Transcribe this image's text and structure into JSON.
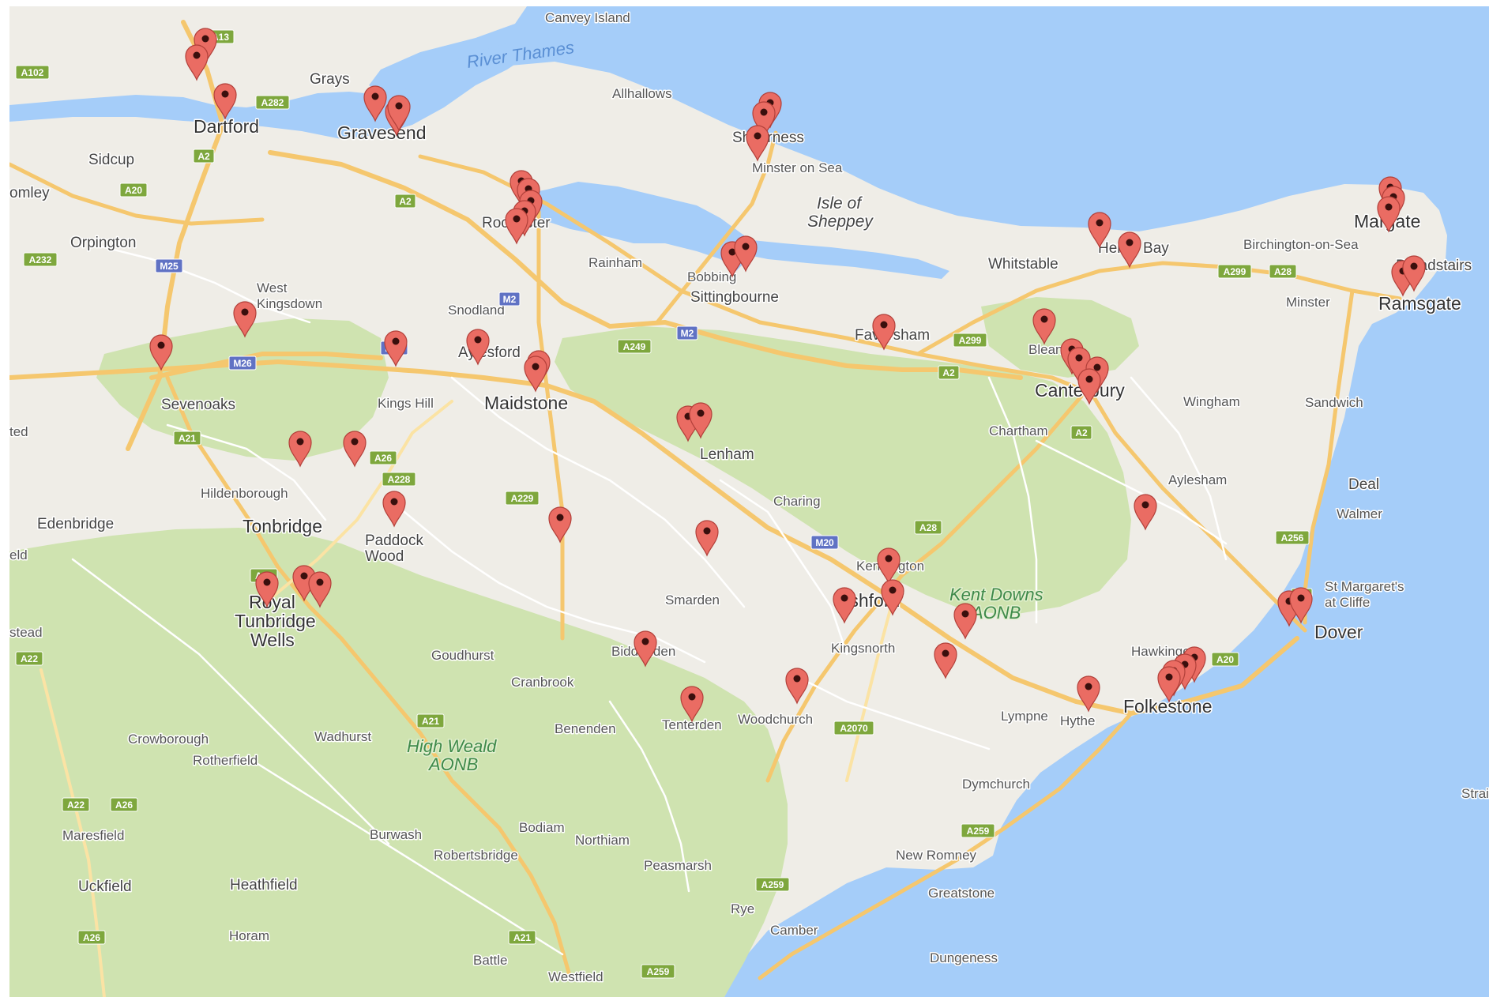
{
  "colors": {
    "sea": "#a5cdf9",
    "land": "#efede7",
    "aonb": "#cfe3b0",
    "forest": "#b9d79a",
    "motorway": "#f5c76e",
    "road": "#fbe3a4",
    "minor_road": "#ffffff",
    "pin": "#ea6c63",
    "shield_motorway": "#6072c4",
    "shield_primary": "#7ea73d"
  },
  "marker_icon": "map-pin-icon",
  "places": [
    {
      "id": "canvey-island",
      "label": "Canvey Island",
      "cls": "place-minor"
    },
    {
      "id": "grays",
      "label": "Grays",
      "cls": ""
    },
    {
      "id": "dartford",
      "label": "Dartford",
      "cls": "place-major"
    },
    {
      "id": "gravesend",
      "label": "Gravesend",
      "cls": "place-major"
    },
    {
      "id": "allhallows",
      "label": "Allhallows",
      "cls": "place-minor"
    },
    {
      "id": "sheerness",
      "label": "Sheerness",
      "cls": ""
    },
    {
      "id": "minster-on-sea",
      "label": "Minster on Sea",
      "cls": "place-minor"
    },
    {
      "id": "sidcup",
      "label": "Sidcup",
      "cls": ""
    },
    {
      "id": "bromley",
      "label": "omley",
      "cls": ""
    },
    {
      "id": "orpington",
      "label": "Orpington",
      "cls": ""
    },
    {
      "id": "rochester",
      "label": "Rochester",
      "cls": ""
    },
    {
      "id": "rainham",
      "label": "Rainham",
      "cls": "place-minor"
    },
    {
      "id": "bobbing",
      "label": "Bobbing",
      "cls": "place-minor"
    },
    {
      "id": "sittingbourne",
      "label": "Sittingbourne",
      "cls": ""
    },
    {
      "id": "whitstable",
      "label": "Whitstable",
      "cls": ""
    },
    {
      "id": "herne-bay",
      "label": "Herne Bay",
      "cls": ""
    },
    {
      "id": "birchington",
      "label": "Birchington-on-Sea",
      "cls": "place-minor"
    },
    {
      "id": "margate",
      "label": "Margate",
      "cls": "place-major"
    },
    {
      "id": "broadstairs",
      "label": "Broadstairs",
      "cls": ""
    },
    {
      "id": "ramsgate",
      "label": "Ramsgate",
      "cls": "place-major"
    },
    {
      "id": "minster",
      "label": "Minster",
      "cls": "place-minor"
    },
    {
      "id": "west-kingsdown",
      "label": "West\nKingsdown",
      "cls": "place-minor"
    },
    {
      "id": "snodland",
      "label": "Snodland",
      "cls": "place-minor"
    },
    {
      "id": "aylesford",
      "label": "Aylesford",
      "cls": ""
    },
    {
      "id": "maidstone",
      "label": "Maidstone",
      "cls": "place-major"
    },
    {
      "id": "faversham",
      "label": "Faversham",
      "cls": ""
    },
    {
      "id": "blean",
      "label": "Blean",
      "cls": "place-minor"
    },
    {
      "id": "canterbury",
      "label": "Canterbury",
      "cls": "place-major"
    },
    {
      "id": "sevenoaks",
      "label": "Sevenoaks",
      "cls": ""
    },
    {
      "id": "kings-hill",
      "label": "Kings Hill",
      "cls": "place-minor"
    },
    {
      "id": "wingham",
      "label": "Wingham",
      "cls": "place-minor"
    },
    {
      "id": "sandwich",
      "label": "Sandwich",
      "cls": "place-minor"
    },
    {
      "id": "chartham",
      "label": "Chartham",
      "cls": "place-minor"
    },
    {
      "id": "westerham",
      "label": "ted",
      "cls": "place-minor"
    },
    {
      "id": "lenham",
      "label": "Lenham",
      "cls": ""
    },
    {
      "id": "hildenborough",
      "label": "Hildenborough",
      "cls": "place-minor"
    },
    {
      "id": "tonbridge",
      "label": "Tonbridge",
      "cls": "place-major"
    },
    {
      "id": "edenbridge",
      "label": "Edenbridge",
      "cls": ""
    },
    {
      "id": "paddock-wood",
      "label": "Paddock\nWood",
      "cls": ""
    },
    {
      "id": "charing",
      "label": "Charing",
      "cls": "place-minor"
    },
    {
      "id": "aylesham",
      "label": "Aylesham",
      "cls": "place-minor"
    },
    {
      "id": "deal",
      "label": "Deal",
      "cls": ""
    },
    {
      "id": "walmer",
      "label": "Walmer",
      "cls": "place-minor"
    },
    {
      "id": "field",
      "label": "eld",
      "cls": "place-minor"
    },
    {
      "id": "kennington",
      "label": "Kennington",
      "cls": "place-minor"
    },
    {
      "id": "smarden",
      "label": "Smarden",
      "cls": "place-minor"
    },
    {
      "id": "ashford",
      "label": "Ashford",
      "cls": "place-major"
    },
    {
      "id": "royal-tunbridge-wells",
      "label": "Royal\nTunbridge\nWells",
      "cls": "place-major"
    },
    {
      "id": "st-margarets",
      "label": "St Margaret's\nat Cliffe",
      "cls": "place-minor"
    },
    {
      "id": "dover",
      "label": "Dover",
      "cls": "place-major"
    },
    {
      "id": "hawkinge",
      "label": "Hawkinge",
      "cls": "place-minor"
    },
    {
      "id": "kingsnorth",
      "label": "Kingsnorth",
      "cls": "place-minor"
    },
    {
      "id": "biddenden",
      "label": "Biddenden",
      "cls": "place-minor"
    },
    {
      "id": "goudhurst",
      "label": "Goudhurst",
      "cls": "place-minor"
    },
    {
      "id": "cranbrook",
      "label": "Cranbrook",
      "cls": "place-minor"
    },
    {
      "id": "stead",
      "label": "stead",
      "cls": "place-minor"
    },
    {
      "id": "lympne",
      "label": "Lympne",
      "cls": "place-minor"
    },
    {
      "id": "hythe",
      "label": "Hythe",
      "cls": "place-minor"
    },
    {
      "id": "folkestone",
      "label": "Folkestone",
      "cls": "place-major"
    },
    {
      "id": "benenden",
      "label": "Benenden",
      "cls": "place-minor"
    },
    {
      "id": "tenterden",
      "label": "Tenterden",
      "cls": "place-minor"
    },
    {
      "id": "woodchurch",
      "label": "Woodchurch",
      "cls": "place-minor"
    },
    {
      "id": "crowborough",
      "label": "Crowborough",
      "cls": "place-minor"
    },
    {
      "id": "wadhurst",
      "label": "Wadhurst",
      "cls": "place-minor"
    },
    {
      "id": "rotherfield",
      "label": "Rotherfield",
      "cls": "place-minor"
    },
    {
      "id": "dymchurch",
      "label": "Dymchurch",
      "cls": "place-minor"
    },
    {
      "id": "maresfield",
      "label": "Maresfield",
      "cls": "place-minor"
    },
    {
      "id": "burwash",
      "label": "Burwash",
      "cls": "place-minor"
    },
    {
      "id": "bodiam",
      "label": "Bodiam",
      "cls": "place-minor"
    },
    {
      "id": "northiam",
      "label": "Northiam",
      "cls": "place-minor"
    },
    {
      "id": "robertsbridge",
      "label": "Robertsbridge",
      "cls": "place-minor"
    },
    {
      "id": "new-romney",
      "label": "New Romney",
      "cls": "place-minor"
    },
    {
      "id": "peasmarsh",
      "label": "Peasmarsh",
      "cls": "place-minor"
    },
    {
      "id": "uckfield",
      "label": "Uckfield",
      "cls": ""
    },
    {
      "id": "heathfield",
      "label": "Heathfield",
      "cls": ""
    },
    {
      "id": "greatstone",
      "label": "Greatstone",
      "cls": "place-minor"
    },
    {
      "id": "rye",
      "label": "Rye",
      "cls": "place-minor"
    },
    {
      "id": "camber",
      "label": "Camber",
      "cls": "place-minor"
    },
    {
      "id": "horam",
      "label": "Horam",
      "cls": "place-minor"
    },
    {
      "id": "dungeness",
      "label": "Dungeness",
      "cls": "place-minor"
    },
    {
      "id": "battle",
      "label": "Battle",
      "cls": "place-minor"
    },
    {
      "id": "westfield",
      "label": "Westfield",
      "cls": "place-minor"
    },
    {
      "id": "strait",
      "label": "Strai",
      "cls": "place-minor"
    }
  ],
  "special_labels": {
    "river_thames": "River Thames",
    "isle_of_sheppey": "Isle of\nSheppey",
    "kent_downs": "Kent Downs\nAONB",
    "high_weald": "High Weald\nAONB"
  },
  "road_shields": [
    {
      "id": "a13",
      "label": "A13",
      "kind": "primary"
    },
    {
      "id": "a102",
      "label": "A102",
      "kind": "primary"
    },
    {
      "id": "a282",
      "label": "A282",
      "kind": "primary"
    },
    {
      "id": "a2-dartford",
      "label": "A2",
      "kind": "primary"
    },
    {
      "id": "a20-sidcup",
      "label": "A20",
      "kind": "primary"
    },
    {
      "id": "a2-gravesend",
      "label": "A2",
      "kind": "primary"
    },
    {
      "id": "a232",
      "label": "A232",
      "kind": "primary"
    },
    {
      "id": "m25",
      "label": "M25",
      "kind": "motorway"
    },
    {
      "id": "m2-medway",
      "label": "M2",
      "kind": "motorway"
    },
    {
      "id": "m2-sitt",
      "label": "M2",
      "kind": "motorway"
    },
    {
      "id": "a249",
      "label": "A249",
      "kind": "primary"
    },
    {
      "id": "a299-a",
      "label": "A299",
      "kind": "primary"
    },
    {
      "id": "a299-b",
      "label": "A299",
      "kind": "primary"
    },
    {
      "id": "a28-thanet",
      "label": "A28",
      "kind": "primary"
    },
    {
      "id": "m26",
      "label": "M26",
      "kind": "motorway"
    },
    {
      "id": "m20-kingshill",
      "label": "M20",
      "kind": "motorway"
    },
    {
      "id": "a2-faversham",
      "label": "A2",
      "kind": "primary"
    },
    {
      "id": "a2-canterbury",
      "label": "A2",
      "kind": "primary"
    },
    {
      "id": "a21-sevenoaks",
      "label": "A21",
      "kind": "primary"
    },
    {
      "id": "a26-a",
      "label": "A26",
      "kind": "primary"
    },
    {
      "id": "a228",
      "label": "A228",
      "kind": "primary"
    },
    {
      "id": "a229",
      "label": "A229",
      "kind": "primary"
    },
    {
      "id": "a28-ashford",
      "label": "A28",
      "kind": "primary"
    },
    {
      "id": "a256",
      "label": "A256",
      "kind": "primary"
    },
    {
      "id": "m20-ashford",
      "label": "M20",
      "kind": "motorway"
    },
    {
      "id": "a26-twells",
      "label": "A26",
      "kind": "primary"
    },
    {
      "id": "a2-dover",
      "label": "A2",
      "kind": "primary"
    },
    {
      "id": "a22-west",
      "label": "A22",
      "kind": "primary"
    },
    {
      "id": "a20-folkestone",
      "label": "A20",
      "kind": "primary"
    },
    {
      "id": "a21-south",
      "label": "A21",
      "kind": "primary"
    },
    {
      "id": "a2070",
      "label": "A2070",
      "kind": "primary"
    },
    {
      "id": "a22-b",
      "label": "A22",
      "kind": "primary"
    },
    {
      "id": "a26-b",
      "label": "A26",
      "kind": "primary"
    },
    {
      "id": "a259-a",
      "label": "A259",
      "kind": "primary"
    },
    {
      "id": "a259-b",
      "label": "A259",
      "kind": "primary"
    },
    {
      "id": "a26-c",
      "label": "A26",
      "kind": "primary"
    },
    {
      "id": "a21-c",
      "label": "A21",
      "kind": "primary"
    },
    {
      "id": "a259-c",
      "label": "A259",
      "kind": "primary"
    }
  ]
}
